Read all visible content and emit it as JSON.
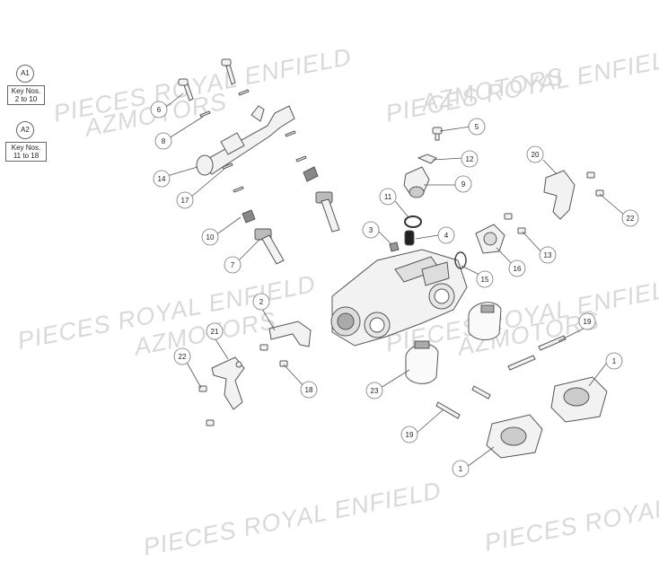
{
  "watermarks": [
    "PIECES ROYAL ENFIELD",
    "AZMOTORS"
  ],
  "legend": [
    {
      "tag": "A1",
      "lines": [
        "Key Nos.",
        "2 to 10"
      ]
    },
    {
      "tag": "A2",
      "lines": [
        "Key Nos.",
        "11 to 18"
      ]
    }
  ],
  "callouts": [
    "1",
    "1",
    "2",
    "3",
    "4",
    "5",
    "6",
    "7",
    "8",
    "9",
    "10",
    "11",
    "12",
    "13",
    "14",
    "15",
    "16",
    "17",
    "18",
    "19",
    "19",
    "20",
    "21",
    "22",
    "22",
    "23"
  ],
  "colors": {
    "line": "#555555",
    "part_fill": "#f2f2f2",
    "part_dark": "#9a9a9a",
    "watermark": "#d9d9d9"
  }
}
